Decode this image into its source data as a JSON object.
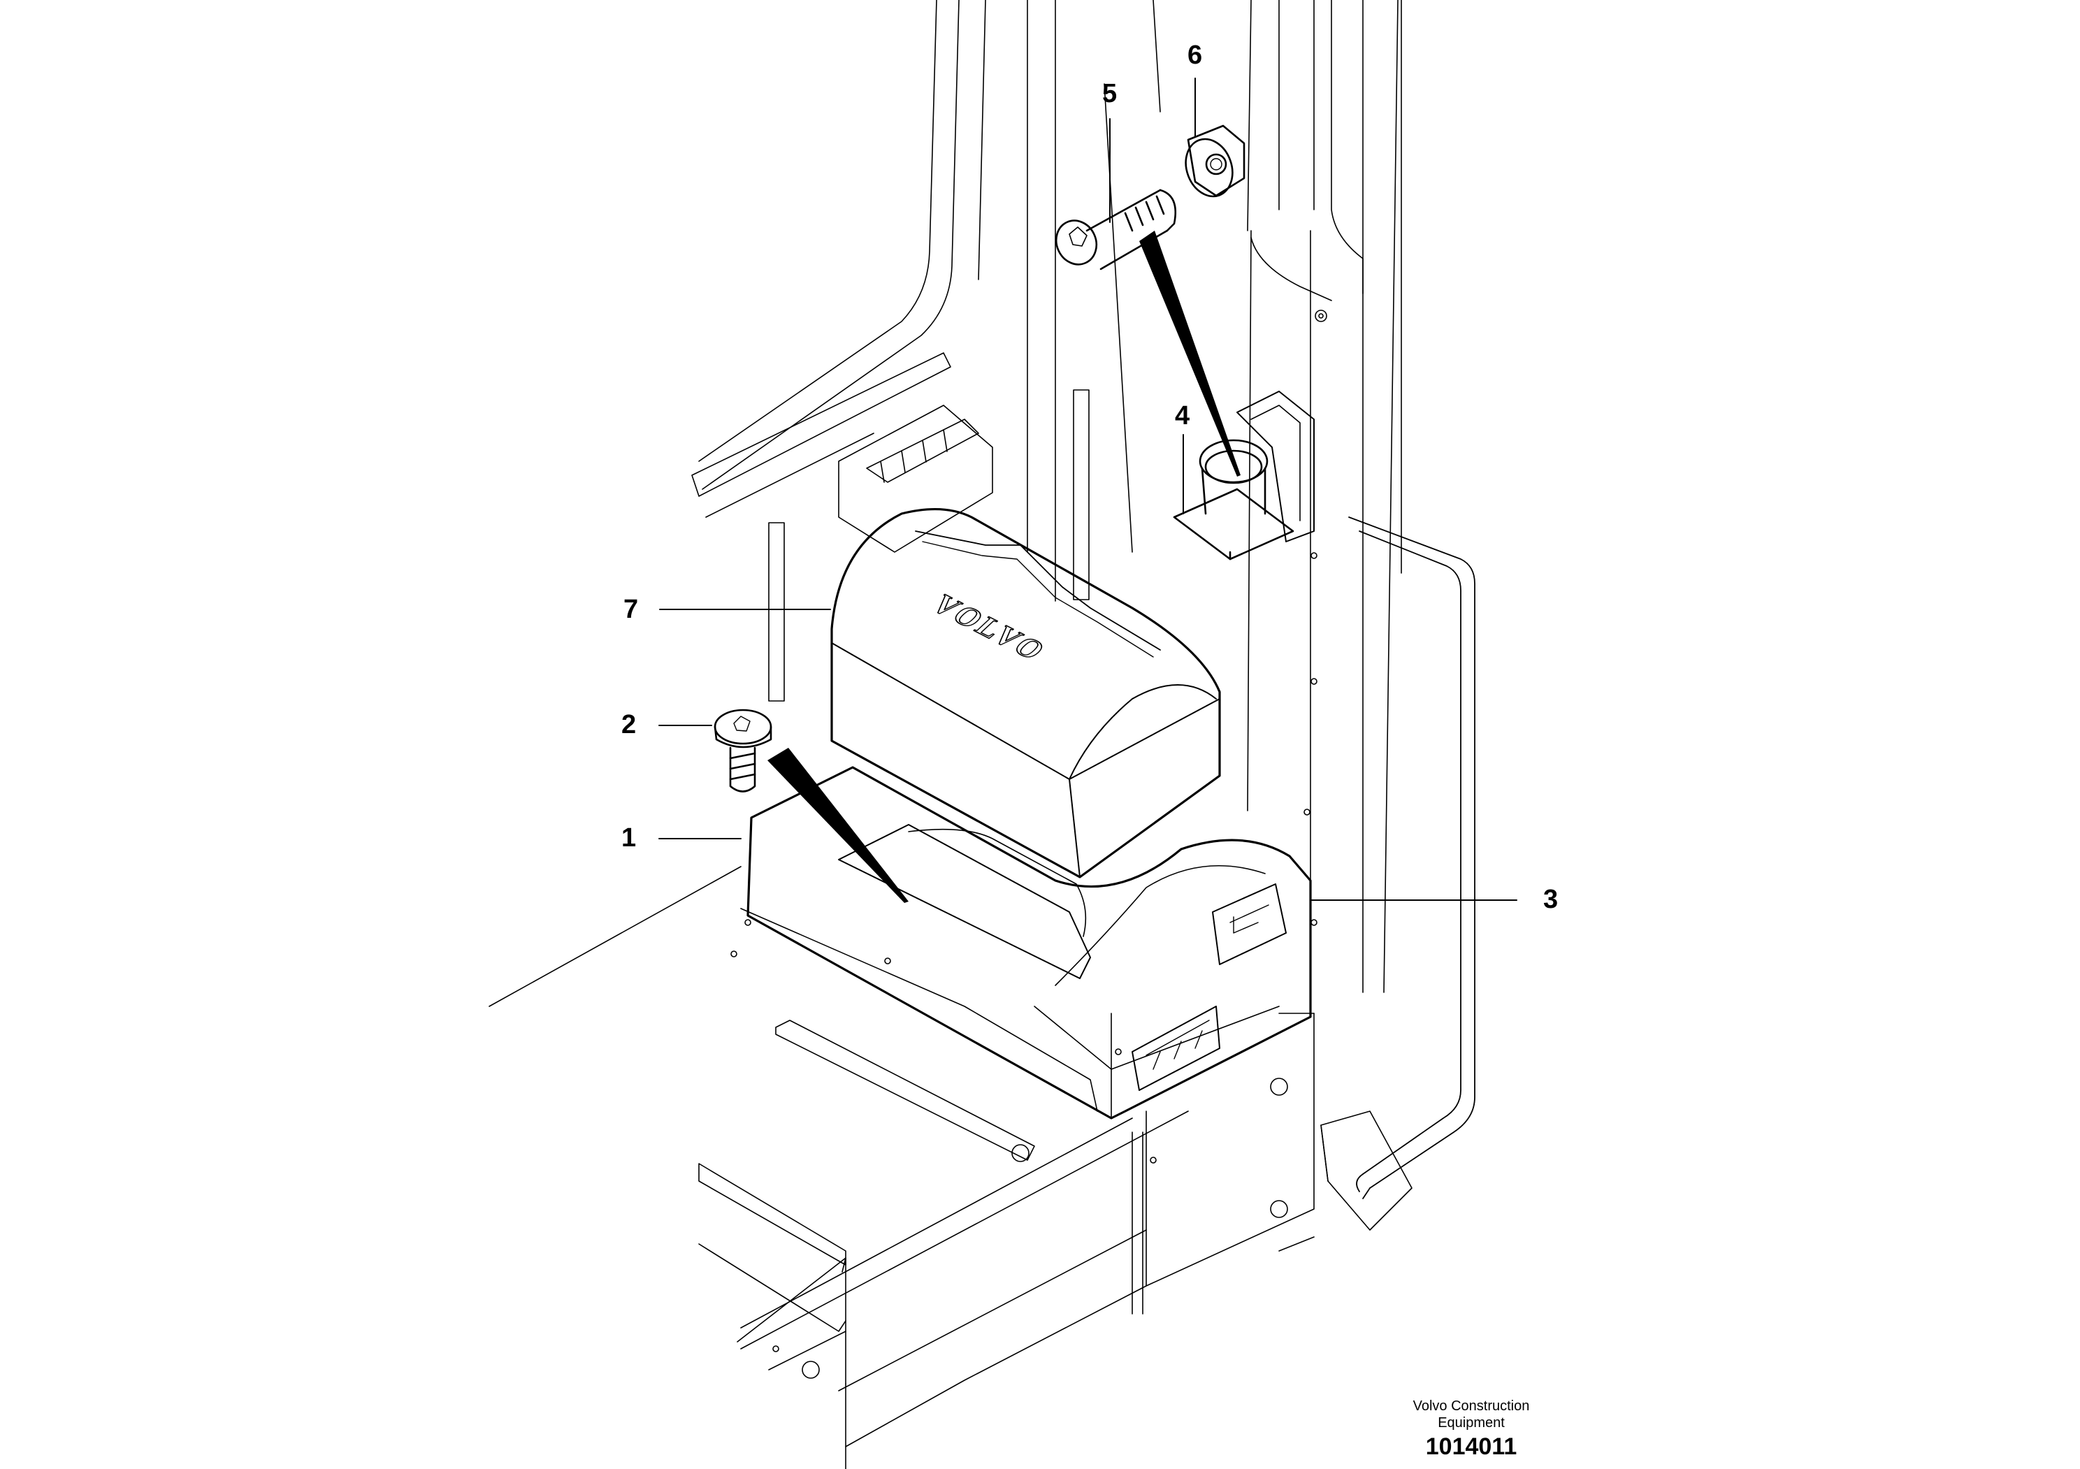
{
  "callouts": {
    "c1": "1",
    "c2": "2",
    "c3": "3",
    "c4": "4",
    "c5": "5",
    "c6": "6",
    "c7": "7"
  },
  "logo_text": "VOLVO",
  "footer": {
    "org_line1": "Volvo Construction",
    "org_line2": "Equipment",
    "drawing_number": "1014011"
  }
}
